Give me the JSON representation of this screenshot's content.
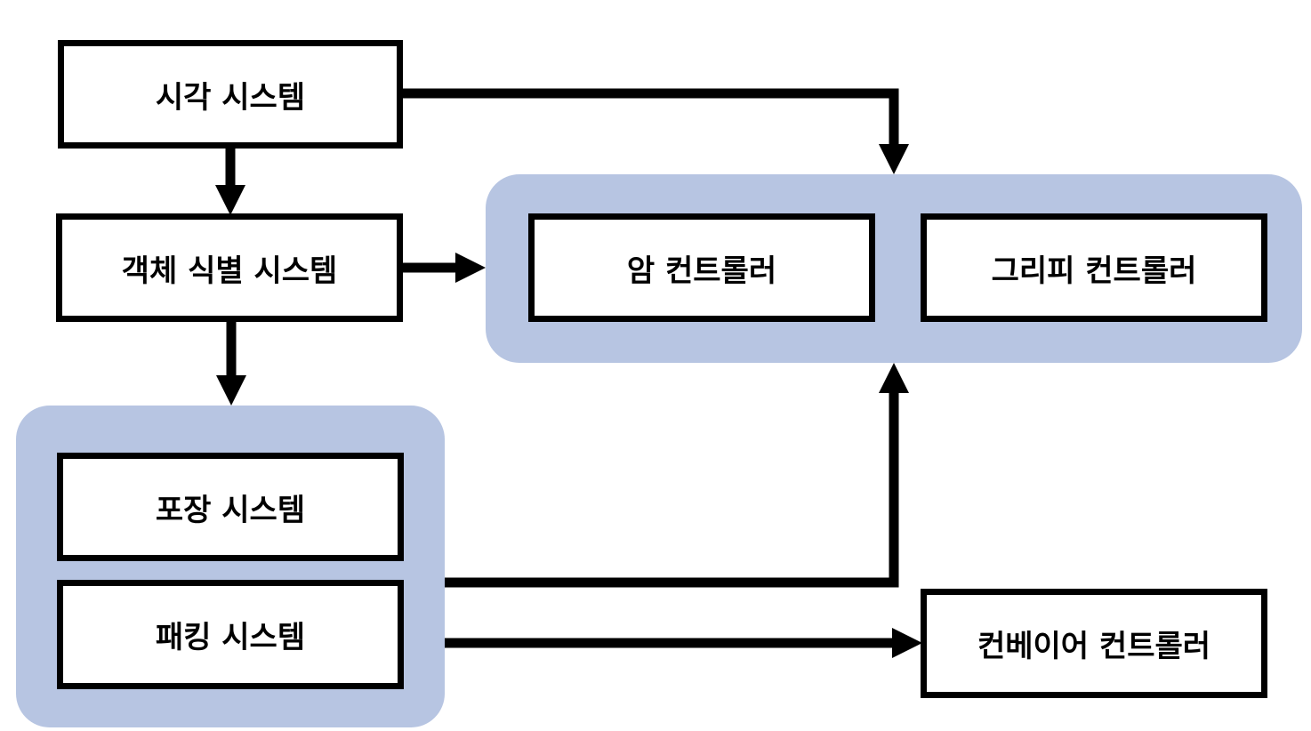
{
  "diagram": {
    "nodes": {
      "vision": "시각 시스템",
      "object_id": "객체 식별 시스템",
      "arm_controller": "암 컨트롤러",
      "gripper_controller": "그리피 컨트롤러",
      "packaging": "포장 시스템",
      "packing": "패킹 시스템",
      "conveyor_controller": "컨베이어 컨트롤러"
    },
    "groups": [
      {
        "name": "controller-group",
        "members": [
          "arm_controller",
          "gripper_controller"
        ]
      },
      {
        "name": "packaging-group",
        "members": [
          "packaging",
          "packing"
        ]
      }
    ],
    "edges": [
      {
        "from": "vision",
        "to": "object_id"
      },
      {
        "from": "vision",
        "to": "controller-group"
      },
      {
        "from": "object_id",
        "to": "controller-group"
      },
      {
        "from": "object_id",
        "to": "packaging-group"
      },
      {
        "from": "packaging-group",
        "to": "controller-group"
      },
      {
        "from": "packaging-group",
        "to": "conveyor_controller"
      }
    ],
    "colors": {
      "group_fill": "#b7c5e2",
      "stroke": "#000000",
      "node_fill": "#ffffff"
    }
  }
}
